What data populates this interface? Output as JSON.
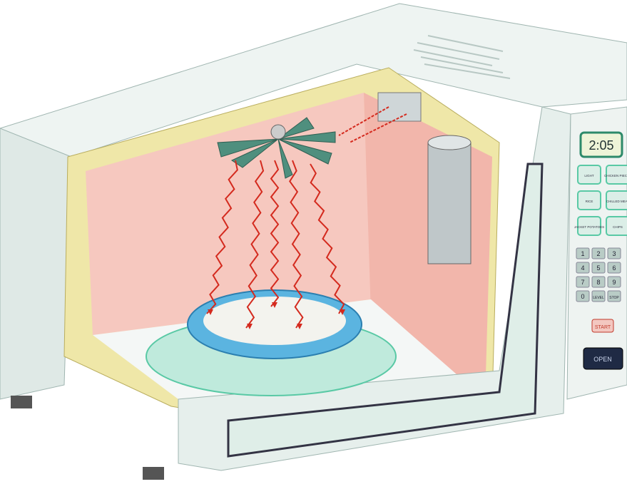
{
  "display": {
    "time": "2:05"
  },
  "program_buttons": [
    "LIGHT",
    "CHICKEN PIECES",
    "RICE",
    "CHILLED MEAL",
    "JACKET POTATOES",
    "CHIPS"
  ],
  "keypad": [
    "1",
    "2",
    "3",
    "4",
    "5",
    "6",
    "7",
    "8",
    "9",
    "0",
    "LEVEL",
    "STOP"
  ],
  "start_label": "START",
  "open_label": "OPEN",
  "colors": {
    "body": "#e9f1ef",
    "insulation": "#efe7a8",
    "cavity_wall": "#f6c8bf",
    "accent": "#59c9a5",
    "wave": "#d42a1e",
    "bowl": "#5bb4e0"
  }
}
